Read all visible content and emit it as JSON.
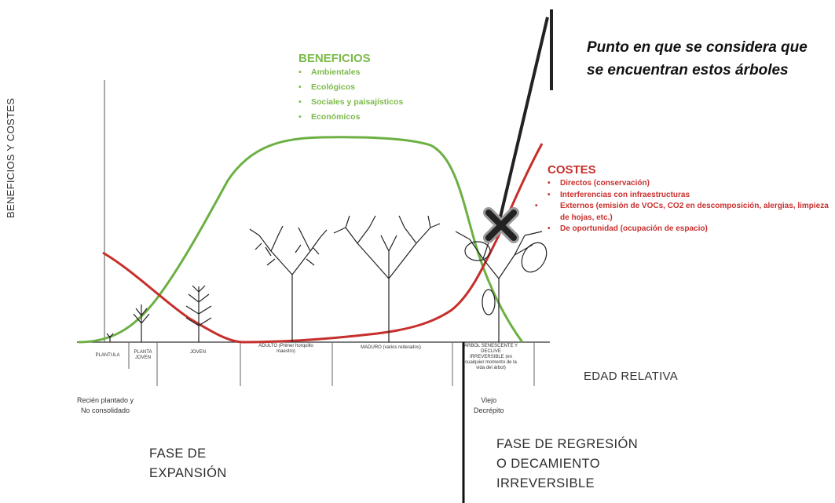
{
  "callout": {
    "line1": "Punto en que se considera que",
    "line2": "se encuentran estos árboles"
  },
  "y_axis_label": "BENEFICIOS Y COSTES",
  "x_axis_label": "EDAD RELATIVA",
  "benefits": {
    "title": "BENEFICIOS",
    "items": [
      "Ambientales",
      "Ecológicos",
      "Sociales y paisajísticos",
      "Económicos"
    ],
    "color": "#7cba4a"
  },
  "costs": {
    "title": "COSTES",
    "items": [
      "Directos (conservación)",
      "Interferencias con infraestructuras",
      "Externos (emisión de VOCs, CO2 en descomposición, alergias, limpieza de hojas, etc.)",
      "De oportunidad (ocupación de espacio)"
    ],
    "color": "#c8302e"
  },
  "stages": {
    "plantula": "PLANTULA",
    "planta_joven": "PLANTA JOVEN",
    "joven": "JOVEN",
    "adulto": "ADULTO (Primer horquillo maestro)",
    "maduro": "MADURO (varios reiterados)",
    "senescente": "ÁRBOL SENESCENTE Y DECLIVE IRREVERSIBLE (en cualquier momento de la vida del árbol)"
  },
  "sublabels": {
    "recien": [
      "Recién plantado y",
      "No consolidado"
    ],
    "viejo": [
      "Viejo",
      "Decrépito"
    ]
  },
  "phases": {
    "expansion": [
      "FASE DE",
      "EXPANSIÓN"
    ],
    "regresion": [
      "FASE DE REGRESIÓN",
      "O DECAMIENTO",
      "IRREVERSIBLE"
    ]
  },
  "colors": {
    "benefit_curve": "#6cb043",
    "cost_curve": "#c62f2b",
    "marker": "#222222",
    "marker_outline": "#9a9a9a"
  }
}
